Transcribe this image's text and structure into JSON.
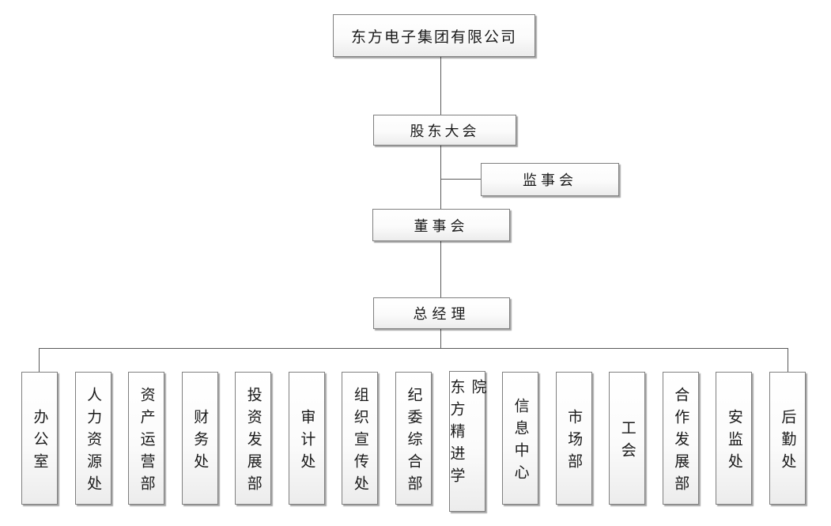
{
  "org": {
    "company": "东方电子集团有限公司",
    "shareholders_meeting": "股东大会",
    "supervisory_board": "监事会",
    "board_of_directors": "董事会",
    "general_manager": "总经理",
    "departments": [
      "办公室",
      "人力资源处",
      "资产运营部",
      "财务处",
      "投资发展部",
      "审计处",
      "组织宣传处",
      "纪委综合部",
      "东方精进学院",
      "信息中心",
      "市场部",
      "工会",
      "合作发展部",
      "安监处",
      "后勤处"
    ]
  },
  "colors": {
    "border": "#7f7f7f",
    "line": "#595959",
    "fill_bottom": "#ececec",
    "text": "#1a1a1a"
  }
}
